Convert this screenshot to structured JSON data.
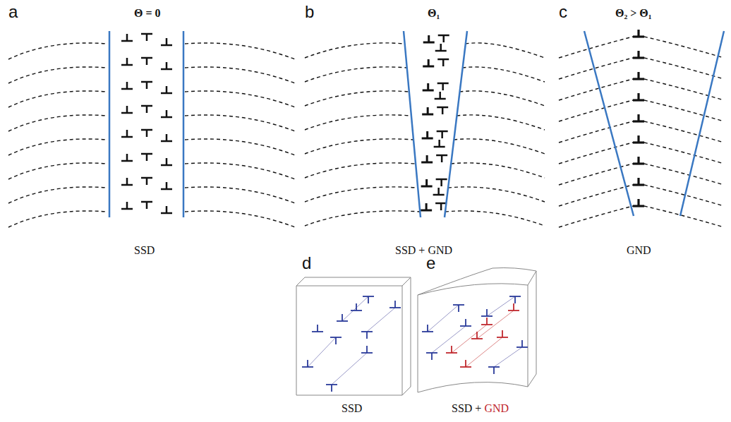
{
  "diagram": {
    "labels": [
      "a",
      "Θ = 0",
      "SSD",
      "b",
      "Θ₁",
      "SSD + GND",
      "c",
      "Θ₂ > Θ₁",
      "GND",
      "d",
      "SSD",
      "e",
      "SSD +",
      "GND"
    ]
  }
}
